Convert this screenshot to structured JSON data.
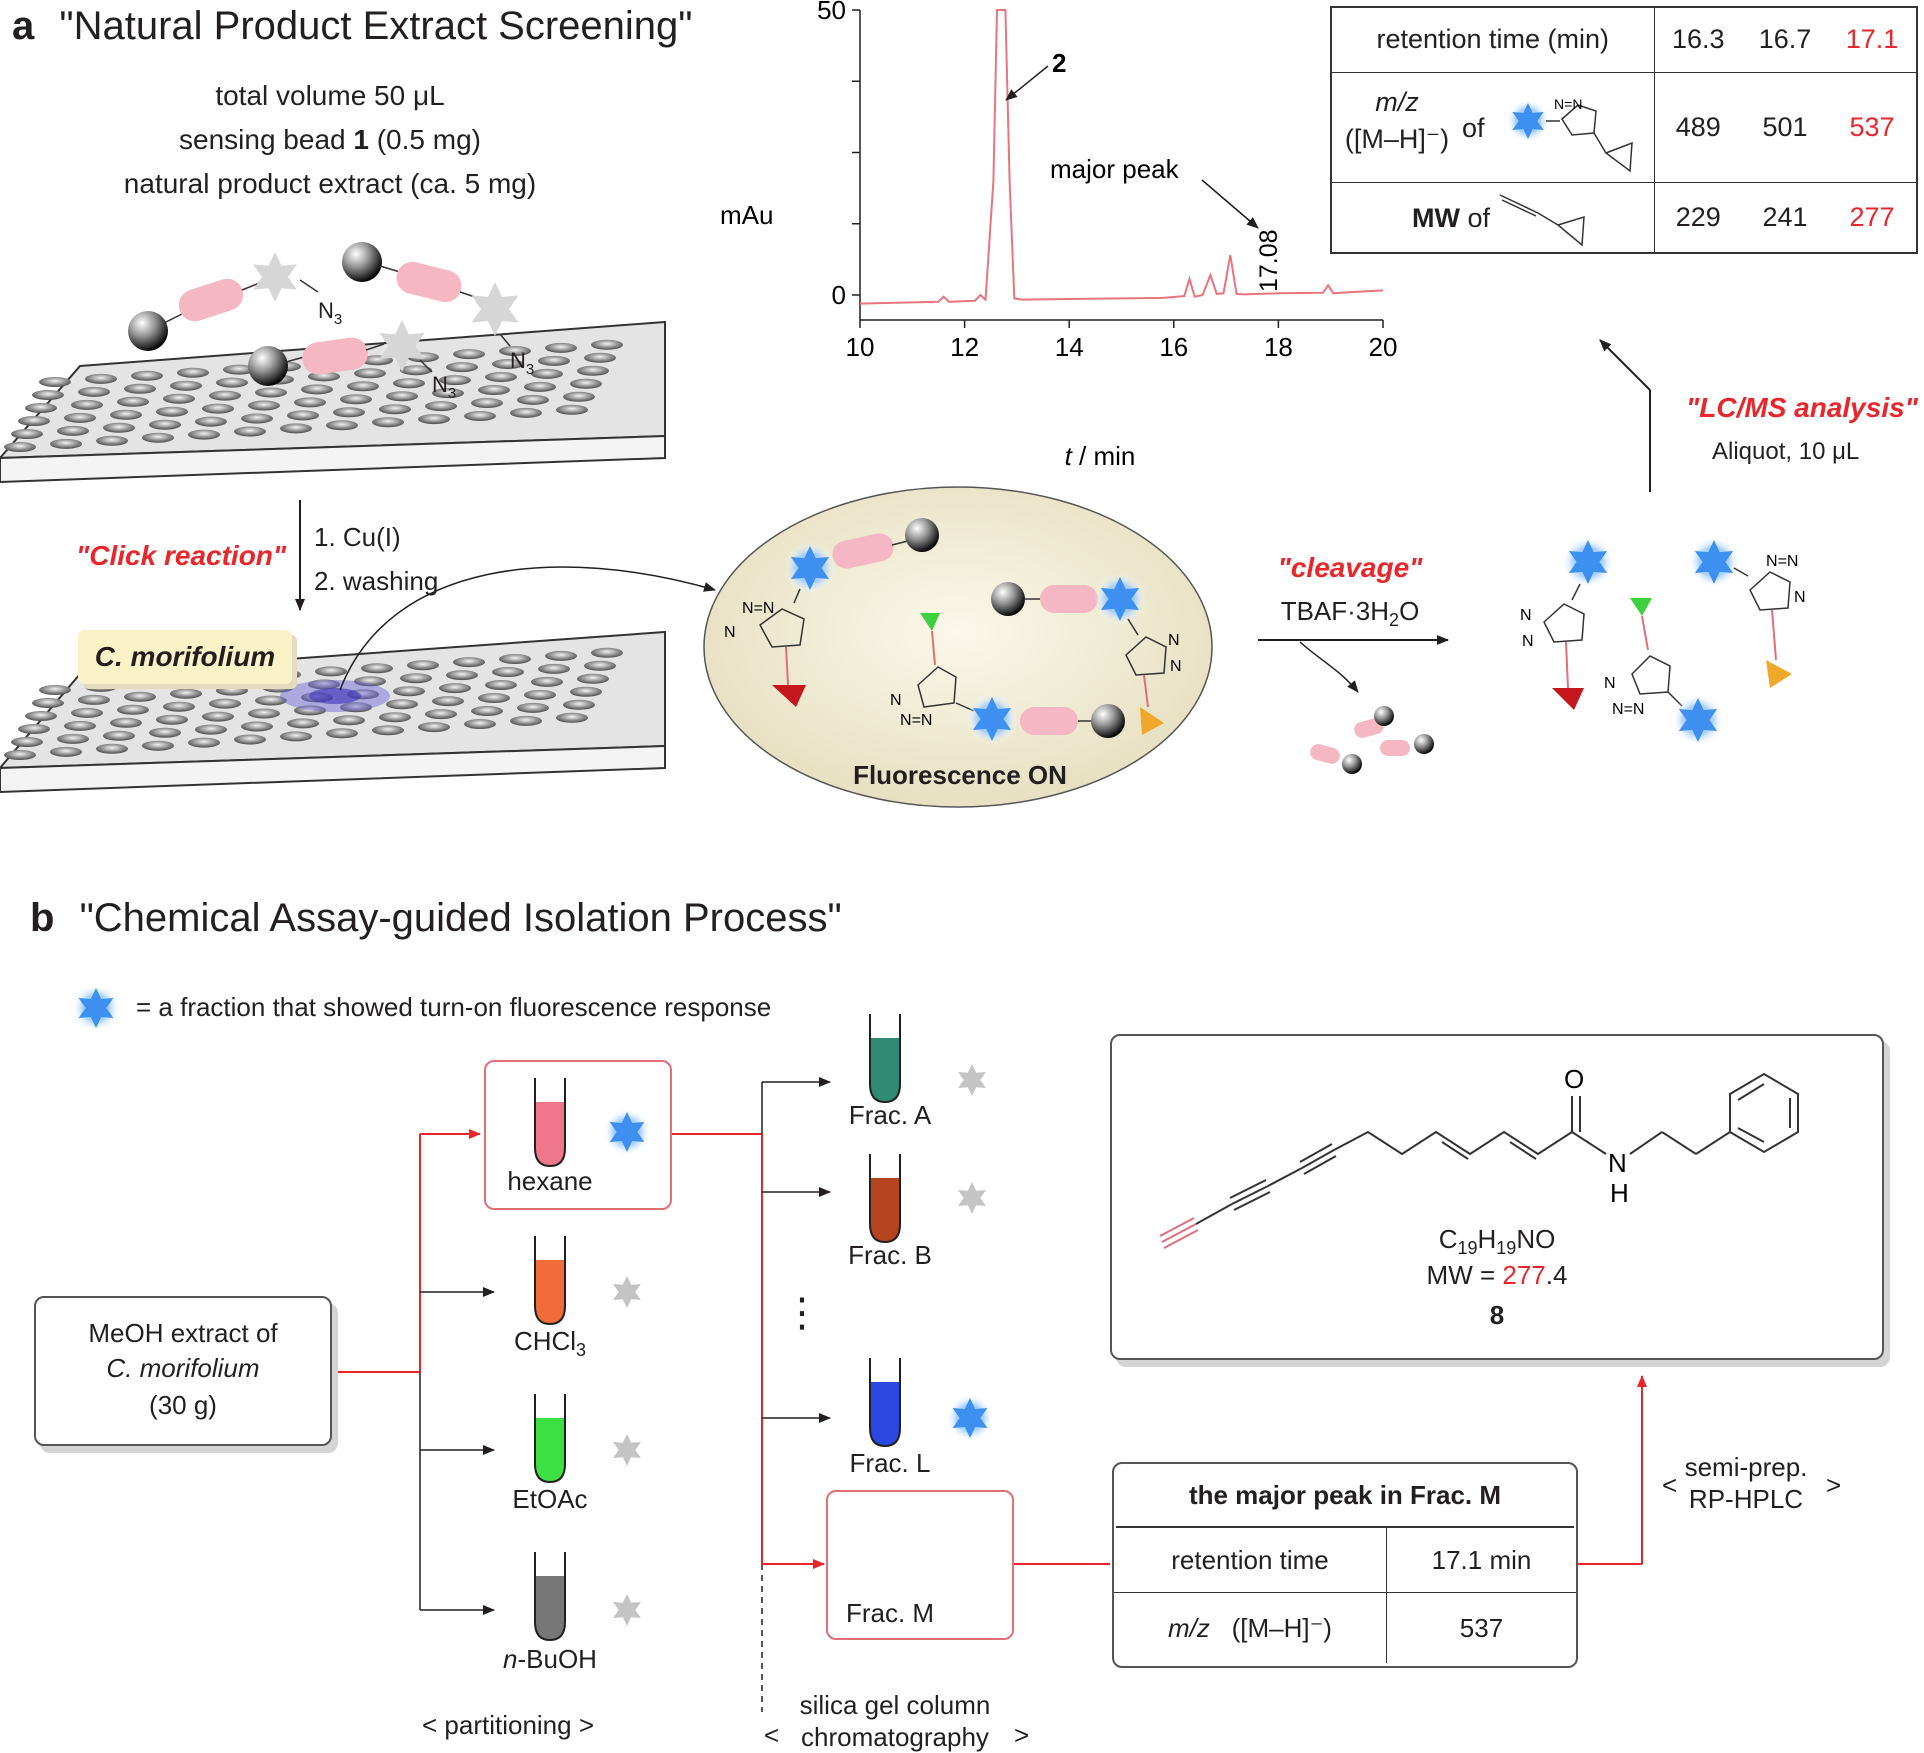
{
  "panel_a": {
    "letter": "a",
    "title": "\"Natural Product Extract Screening\"",
    "conditions": [
      "total volume 50 μL",
      "natural product extract (ca. 5 mg)"
    ],
    "sensing_bead": {
      "prefix": "sensing bead ",
      "number": "1",
      "suffix": " (0.5 mg)"
    },
    "azide": {
      "main": "N",
      "sub": "3"
    },
    "click_label": "\"Click reaction\"",
    "step1": "1. Cu(I)",
    "step2": "2. washing",
    "plant_label": "C. morifolium",
    "fluorescence_label": "Fluorescence ON",
    "cleavage_label": "\"cleavage\"",
    "tbaf": {
      "pre": "TBAF·3H",
      "sub": "2",
      "post": "O"
    },
    "lcms_label": "\"LC/MS analysis\"",
    "aliquot": "Aliquot, 10 μL",
    "triazole_n": "N"
  },
  "chart_data": {
    "type": "line",
    "title": "",
    "xlabel_italic": "t",
    "xlabel_rest": " / min",
    "ylabel": "mAu",
    "xlim": [
      10,
      20
    ],
    "ylim": [
      0,
      50
    ],
    "xticks": [
      10,
      12,
      14,
      16,
      18,
      20
    ],
    "yticks": [
      0,
      50
    ],
    "line_color": "#e8747c",
    "peaks": [
      {
        "label": "2",
        "x": 12.7,
        "y": 50
      },
      {
        "label": "17.08",
        "note": "major peak",
        "x": 17.08,
        "y": 7
      }
    ],
    "series": [
      {
        "x": [
          10.0,
          11.0,
          11.5,
          11.6,
          11.7,
          12.2,
          12.3,
          12.4,
          12.55,
          12.62,
          12.7,
          12.78,
          12.86,
          12.95,
          13.1,
          14.0,
          15.0,
          15.8,
          16.2,
          16.3,
          16.4,
          16.55,
          16.7,
          16.82,
          16.95,
          17.08,
          17.2,
          17.35,
          18.0,
          18.85,
          18.95,
          19.05,
          19.4,
          20.0
        ],
        "y": [
          -1.5,
          -1.3,
          -1.2,
          -0.3,
          -1.2,
          -1.0,
          0.0,
          -0.8,
          20,
          55,
          55,
          55,
          20,
          -0.6,
          -0.8,
          -0.7,
          -0.6,
          -0.5,
          -0.2,
          2.8,
          -0.3,
          0.0,
          3.5,
          0.2,
          0.3,
          7.0,
          0.2,
          0.1,
          0.3,
          0.4,
          1.7,
          0.3,
          0.5,
          0.8
        ]
      }
    ]
  },
  "ms_table": {
    "rows": [
      {
        "label": "retention time (min)",
        "values": [
          "16.3",
          "16.7",
          "17.1"
        ]
      },
      {
        "label_italic": "m/z",
        "label_sub": "([M–H]⁻)",
        "of": "of",
        "values": [
          "489",
          "501",
          "537"
        ]
      },
      {
        "label_bold": "MW",
        "of": "of",
        "values": [
          "229",
          "241",
          "277"
        ]
      }
    ]
  },
  "panel_b": {
    "letter": "b",
    "title": "\"Chemical Assay-guided Isolation Process\"",
    "legend_text": "=  a fraction that showed turn-on fluorescence response",
    "extract": {
      "line1": "MeOH extract of",
      "line2": "C. morifolium",
      "line3": "(30 g)"
    },
    "solvents": {
      "hexane": "hexane",
      "chcl3_main": "CHCl",
      "chcl3_sub": "3",
      "etoac": "EtOAc",
      "buoh_italic": "n",
      "buoh_rest": "-BuOH"
    },
    "fractions": {
      "a": "Frac. A",
      "b": "Frac. B",
      "l": "Frac. L",
      "m": "Frac. M"
    },
    "dots": "⋮",
    "partitioning": "<   partitioning   >",
    "silica_line1": "silica gel column",
    "silica_line2": "chromatography",
    "silica_lt": "<",
    "silica_gt": ">",
    "hplc_line1": "semi-prep.",
    "hplc_line2": "RP-HPLC",
    "hplc_lt": "<",
    "hplc_gt": ">",
    "compound": {
      "formula": {
        "c": "C",
        "c_sub": "19",
        "h": "H",
        "h_sub": "19",
        "rest": "NO"
      },
      "mw_prefix": "MW = ",
      "mw_red": "277",
      "mw_suffix": ".4",
      "number": "8",
      "atom_o": "O",
      "atom_n": "N",
      "atom_h": "H"
    },
    "peak_table": {
      "header": "the major peak in Frac. M",
      "row1": {
        "label": "retention time",
        "value": "17.1 min"
      },
      "row2": {
        "label_italic": "m/z",
        "label_rest": "   ([M–H]⁻)",
        "value": "537"
      }
    }
  },
  "colors": {
    "red": "#e8262b",
    "pink_line": "#e06f77",
    "fluor_blue": "#3d8ff0",
    "grey_star": "#c4c4c4",
    "hexane_tube": "#f0768c",
    "chcl3_tube": "#f26b3a",
    "etoac_tube": "#3de043",
    "buoh_tube": "#777777",
    "frac_a_tube": "#2f8c72",
    "frac_b_tube": "#b5451f",
    "frac_l_tube": "#2b48e0",
    "frac_m_tube": "#6b45d8"
  }
}
